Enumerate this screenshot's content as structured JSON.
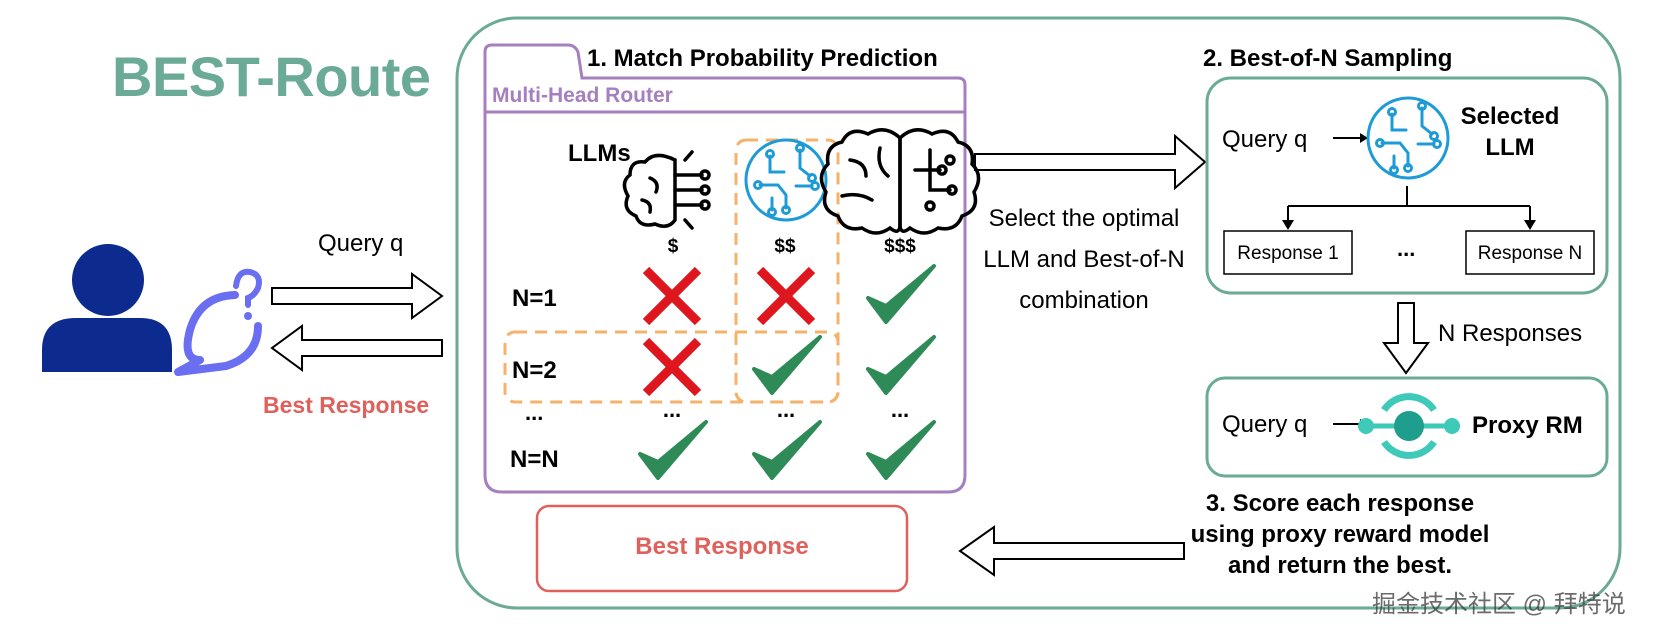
{
  "title": "BEST-Route",
  "user_side": {
    "query_label": "Query q",
    "response_label": "Best Response"
  },
  "router": {
    "section_title": "1. Match Probability Prediction",
    "box_label": "Multi-Head Router",
    "llms_label": "LLMs",
    "cost_labels": [
      "$",
      "$$",
      "$$$"
    ],
    "rows": [
      {
        "label": "N=1",
        "marks": [
          "cross",
          "cross",
          "check"
        ]
      },
      {
        "label": "N=2",
        "marks": [
          "cross",
          "check",
          "check"
        ]
      },
      {
        "label": "...",
        "marks": [
          "...",
          "...",
          "..."
        ]
      },
      {
        "label": "N=N",
        "marks": [
          "check",
          "check",
          "check"
        ]
      }
    ]
  },
  "middle_text": [
    "Select the optimal",
    "LLM and Best-of-N",
    "combination"
  ],
  "sampling": {
    "section_title": "2. Best-of-N Sampling",
    "query_label": "Query q",
    "selected_llm": [
      "Selected",
      "LLM"
    ],
    "response_1": "Response 1",
    "ellipsis": "...",
    "response_n": "Response N",
    "n_responses": "N Responses"
  },
  "proxy": {
    "query_label": "Query q",
    "label": "Proxy RM"
  },
  "step3": [
    "3. Score each response",
    "using proxy reward model",
    "and return the best."
  ],
  "best_response_box": "Best Response",
  "watermark": "掘金技术社区 @ 拜特说",
  "colors": {
    "teal": "#6aaa96",
    "purple": "#a67fbe",
    "orange": "#f5b26b",
    "red_cross": "#e0161f",
    "green_check": "#2e8b57",
    "salmon": "#e0605b",
    "navy": "#0d2a8f",
    "bubble": "#6a6ef0",
    "icon_blue": "#1e9bd7",
    "proxy_teal": "#3fc9b8"
  }
}
